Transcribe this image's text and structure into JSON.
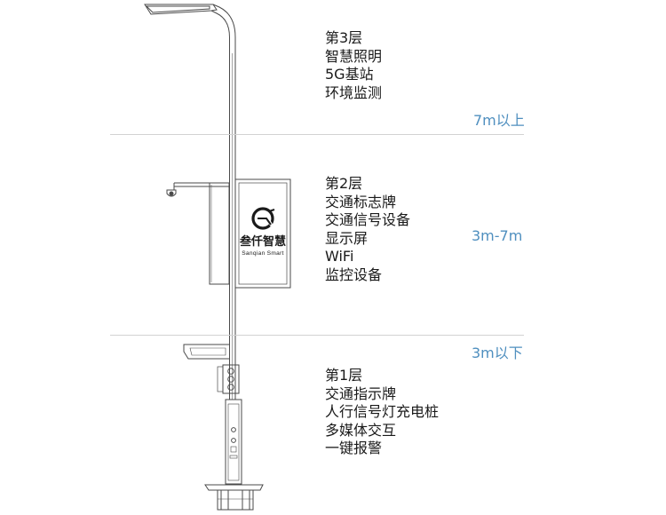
{
  "layers": [
    {
      "items": [
        "第3层",
        "智慧照明",
        "5G基站",
        "环境监测"
      ],
      "height": "7m以上"
    },
    {
      "items": [
        "第2层",
        "交通标志牌",
        "交通信号设备",
        "显示屏",
        "WiFi",
        "监控设备"
      ],
      "height": "3m-7m"
    },
    {
      "items": [
        "第1层",
        "交通指示牌",
        "人行信号灯充电桩",
        "多媒体交互",
        "一键报警"
      ],
      "height": "3m以下"
    }
  ],
  "logo": {
    "name_cn": "叁仟智慧",
    "name_en": "Sanqian Smart"
  },
  "colors": {
    "line": "#4a4a4a",
    "divider": "#d2d2d2",
    "height_label": "#4f8fbf",
    "text": "#1a1a1a"
  }
}
